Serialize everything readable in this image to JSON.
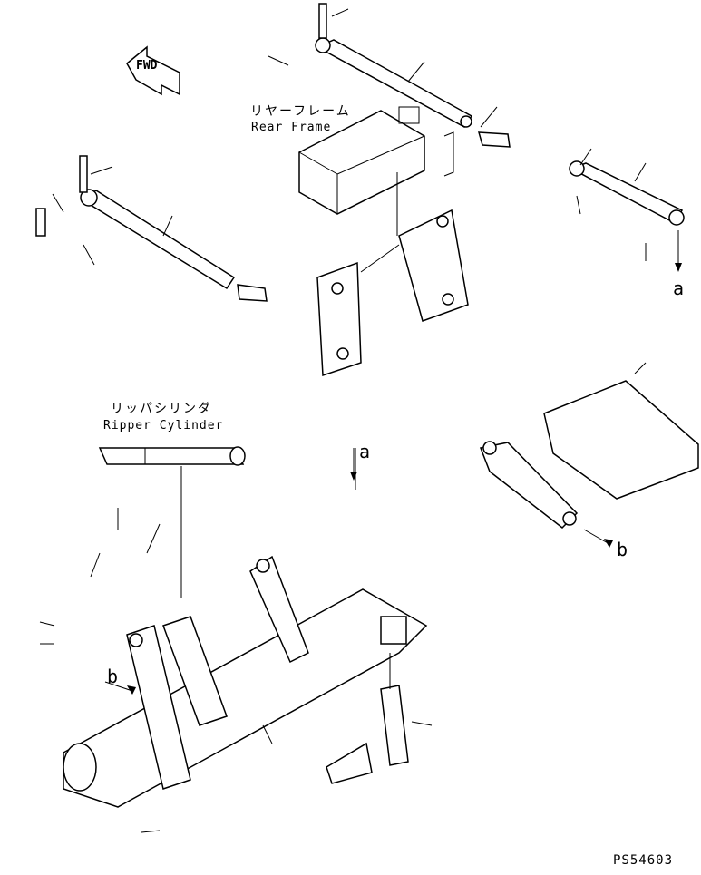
{
  "direction_arrow": {
    "text": "FWD"
  },
  "labels": {
    "rear_frame_jp": "リヤーフレーム",
    "rear_frame_en": "Rear Frame",
    "ripper_cylinder_jp": "リッパシリンダ",
    "ripper_cylinder_en": "Ripper Cylinder"
  },
  "references": {
    "a_top": "a",
    "a_mid": "a",
    "b_mid": "b",
    "b_left": "b"
  },
  "drawing_code": "PS54603"
}
